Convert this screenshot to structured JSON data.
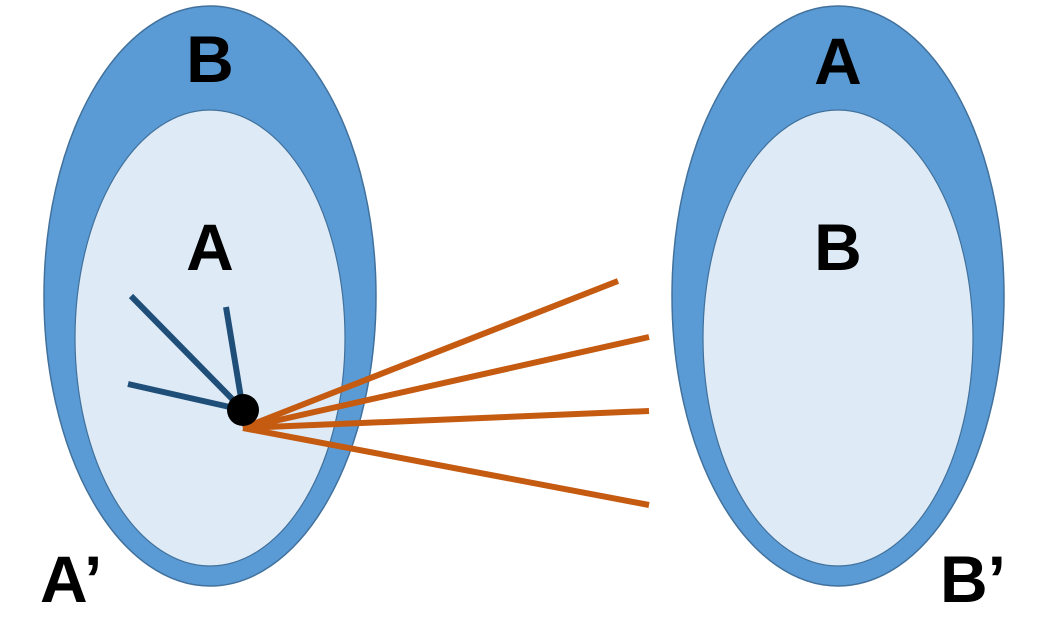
{
  "diagram": {
    "left_set": {
      "outer_label": "B",
      "inner_label": "A",
      "corner_label": "A’"
    },
    "right_set": {
      "outer_label": "A",
      "inner_label": "B",
      "corner_label": "B’"
    },
    "local_edge_count": 3,
    "outgoing_edge_count": 4
  },
  "colors": {
    "outer_fill": "#5b9bd5",
    "outer_stroke": "#41719c",
    "inner_fill": "#deebf7",
    "local_edge": "#1f4e79",
    "outgoing_edge": "#c55a11",
    "node": "#000000",
    "text": "#000000"
  }
}
